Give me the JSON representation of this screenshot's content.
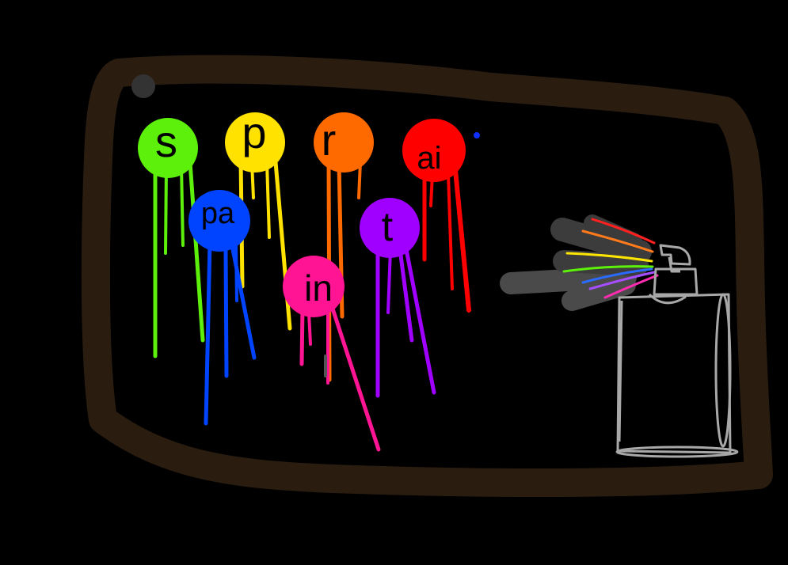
{
  "artwork": {
    "background_color": "#000000",
    "frame_color": "#2a1d10",
    "blobs": [
      {
        "id": "s",
        "text": "s",
        "color": "#5cf00a"
      },
      {
        "id": "p",
        "text": "p",
        "color": "#ffe200"
      },
      {
        "id": "r",
        "text": "r",
        "color": "#ff6a00"
      },
      {
        "id": "ai",
        "text": "ai",
        "color": "#ff0000"
      },
      {
        "id": "pa",
        "text": "pa",
        "color": "#0044ff"
      },
      {
        "id": "t",
        "text": "t",
        "color": "#a000ff"
      },
      {
        "id": "in",
        "text": "in",
        "color": "#ff1493"
      }
    ],
    "spray_colors": [
      "#ff2020",
      "#ff7a1a",
      "#ffe600",
      "#5cf00a",
      "#2a6bff",
      "#a64dff",
      "#ff2bb0"
    ],
    "bottle_icon": "spray-bottle-icon"
  }
}
